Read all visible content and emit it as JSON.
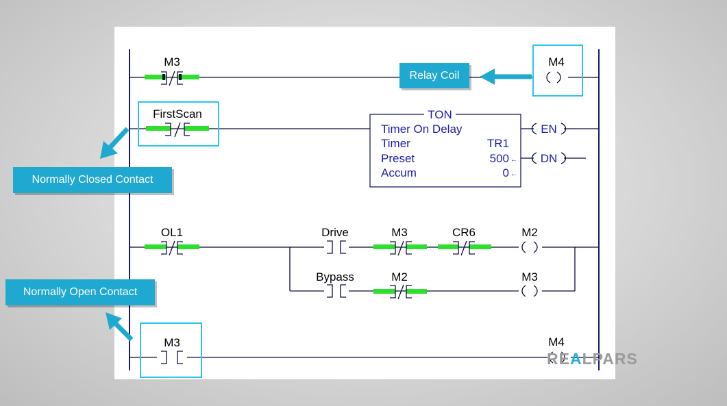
{
  "diagram": {
    "rung1": {
      "contact_tag": "M3",
      "coil_tag": "M4"
    },
    "rung2": {
      "contact_tag": "FirstScan",
      "timer": {
        "type": "TON",
        "title": "Timer On Delay",
        "fields": [
          {
            "label": "Timer",
            "value": "TR1"
          },
          {
            "label": "Preset",
            "value": "500"
          },
          {
            "label": "Accum",
            "value": "0"
          }
        ]
      },
      "outputs": [
        "EN",
        "DN"
      ]
    },
    "rung3": {
      "contact_ol1": "OL1",
      "contact_drive": "Drive",
      "contact_m3": "M3",
      "contact_cr6": "CR6",
      "coil_m2": "M2",
      "contact_bypass": "Bypass",
      "contact_m2": "M2",
      "coil_m3": "M3"
    },
    "rung4": {
      "contact_tag": "M3",
      "coil_tag": "M4"
    }
  },
  "callouts": {
    "relay_coil": "Relay Coil",
    "normally_closed": "Normally Closed Contact",
    "normally_open": "Normally Open Contact"
  },
  "logo": {
    "prefix": "RE",
    "accent": "A",
    "suffix": "LPARS"
  },
  "colors": {
    "callout": "#1fa9d0",
    "highlight_box": "#2ec4ea",
    "energized_contact": "#2de02d",
    "instruction_text": "#1c1ca8"
  }
}
